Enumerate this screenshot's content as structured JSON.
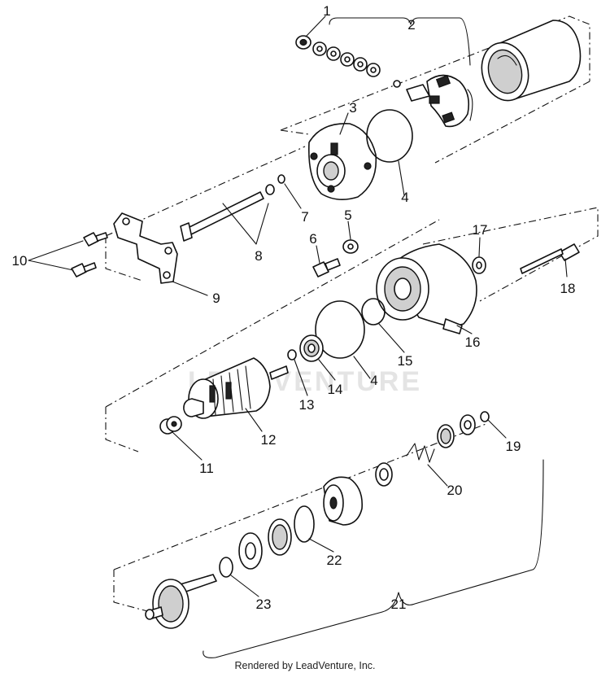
{
  "labels": {
    "p1": "1",
    "p2": "2",
    "p3": "3",
    "p4a": "4",
    "p4b": "4",
    "p5": "5",
    "p6": "6",
    "p7": "7",
    "p8": "8",
    "p9": "9",
    "p10": "10",
    "p11": "11",
    "p12": "12",
    "p13": "13",
    "p14": "14",
    "p15": "15",
    "p16": "16",
    "p17": "17",
    "p18": "18",
    "p19": "19",
    "p20": "20",
    "p21": "21",
    "p22": "22",
    "p23": "23"
  },
  "watermark": "LEADVENTURE",
  "footer": "Rendered by LeadVenture, Inc."
}
